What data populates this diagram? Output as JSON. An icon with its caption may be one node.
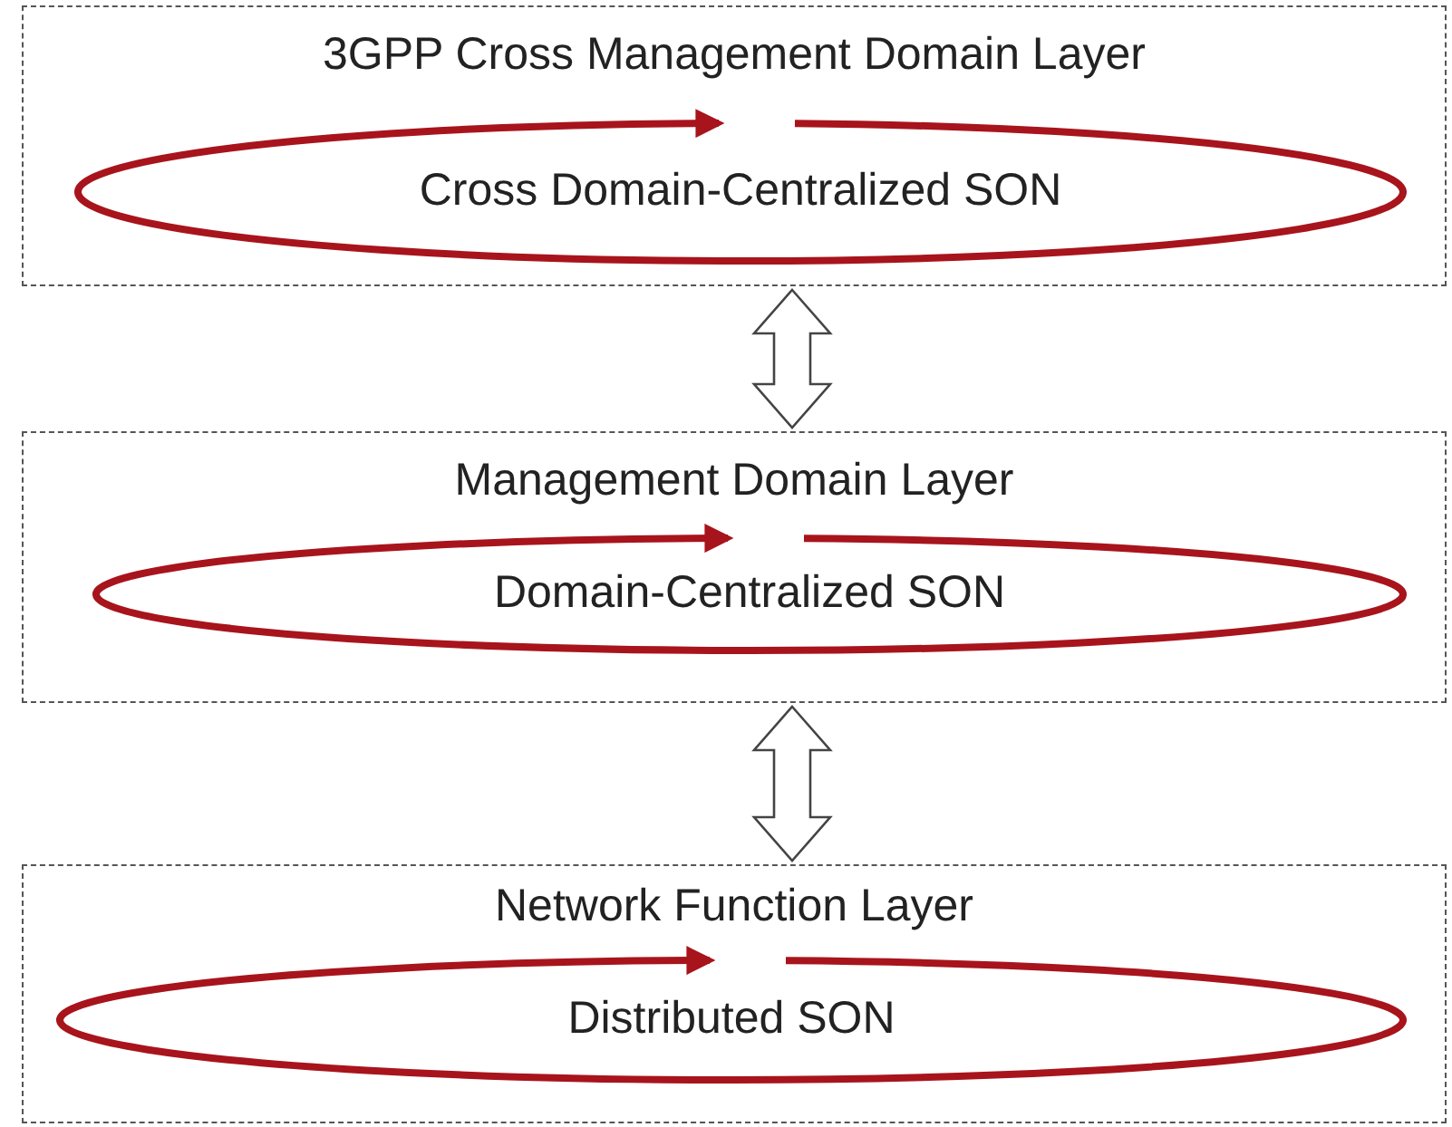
{
  "diagram": {
    "nodes": [
      {
        "text": [
          "3GPP Cross Management Domain Layer"
        ]
      },
      {
        "text": [
          "Cross Domain-Centralized SON"
        ],
        "in": 0
      },
      {
        "text": [
          "Management Domain Layer"
        ]
      },
      {
        "text": [
          "Domain-Centralized SON"
        ],
        "in": 2
      },
      {
        "text": [
          "Network Function Layer"
        ]
      },
      {
        "text": [
          "Distributed SON"
        ],
        "in": 4
      }
    ],
    "edges": [
      {
        "from": 0,
        "to": 2,
        "arrow": "both"
      },
      {
        "from": 2,
        "to": 4,
        "arrow": "both"
      }
    ]
  }
}
